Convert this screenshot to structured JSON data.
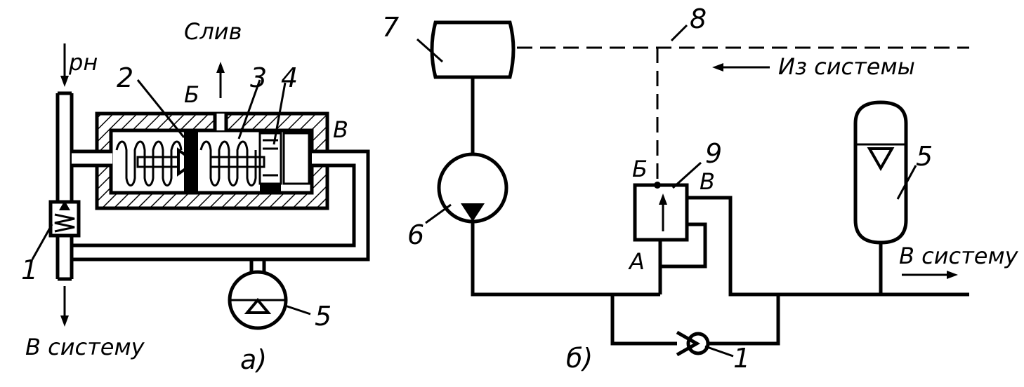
{
  "diagram_a": {
    "label_pn": "pн",
    "label_sliv": "Слив",
    "label_b": "Б",
    "label_v": "В",
    "num_1": "1",
    "num_2": "2",
    "num_3": "3",
    "num_4": "4",
    "num_5": "5",
    "label_v_sistemu": "В систему",
    "caption": "а)"
  },
  "diagram_b": {
    "num_7": "7",
    "num_8": "8",
    "label_iz_sistemy": "Из системы",
    "num_6": "6",
    "num_9": "9",
    "label_b": "Б",
    "label_v": "В",
    "label_a": "А",
    "num_5": "5",
    "label_v_sistemu": "В систему",
    "num_1": "1",
    "caption": "б)"
  }
}
